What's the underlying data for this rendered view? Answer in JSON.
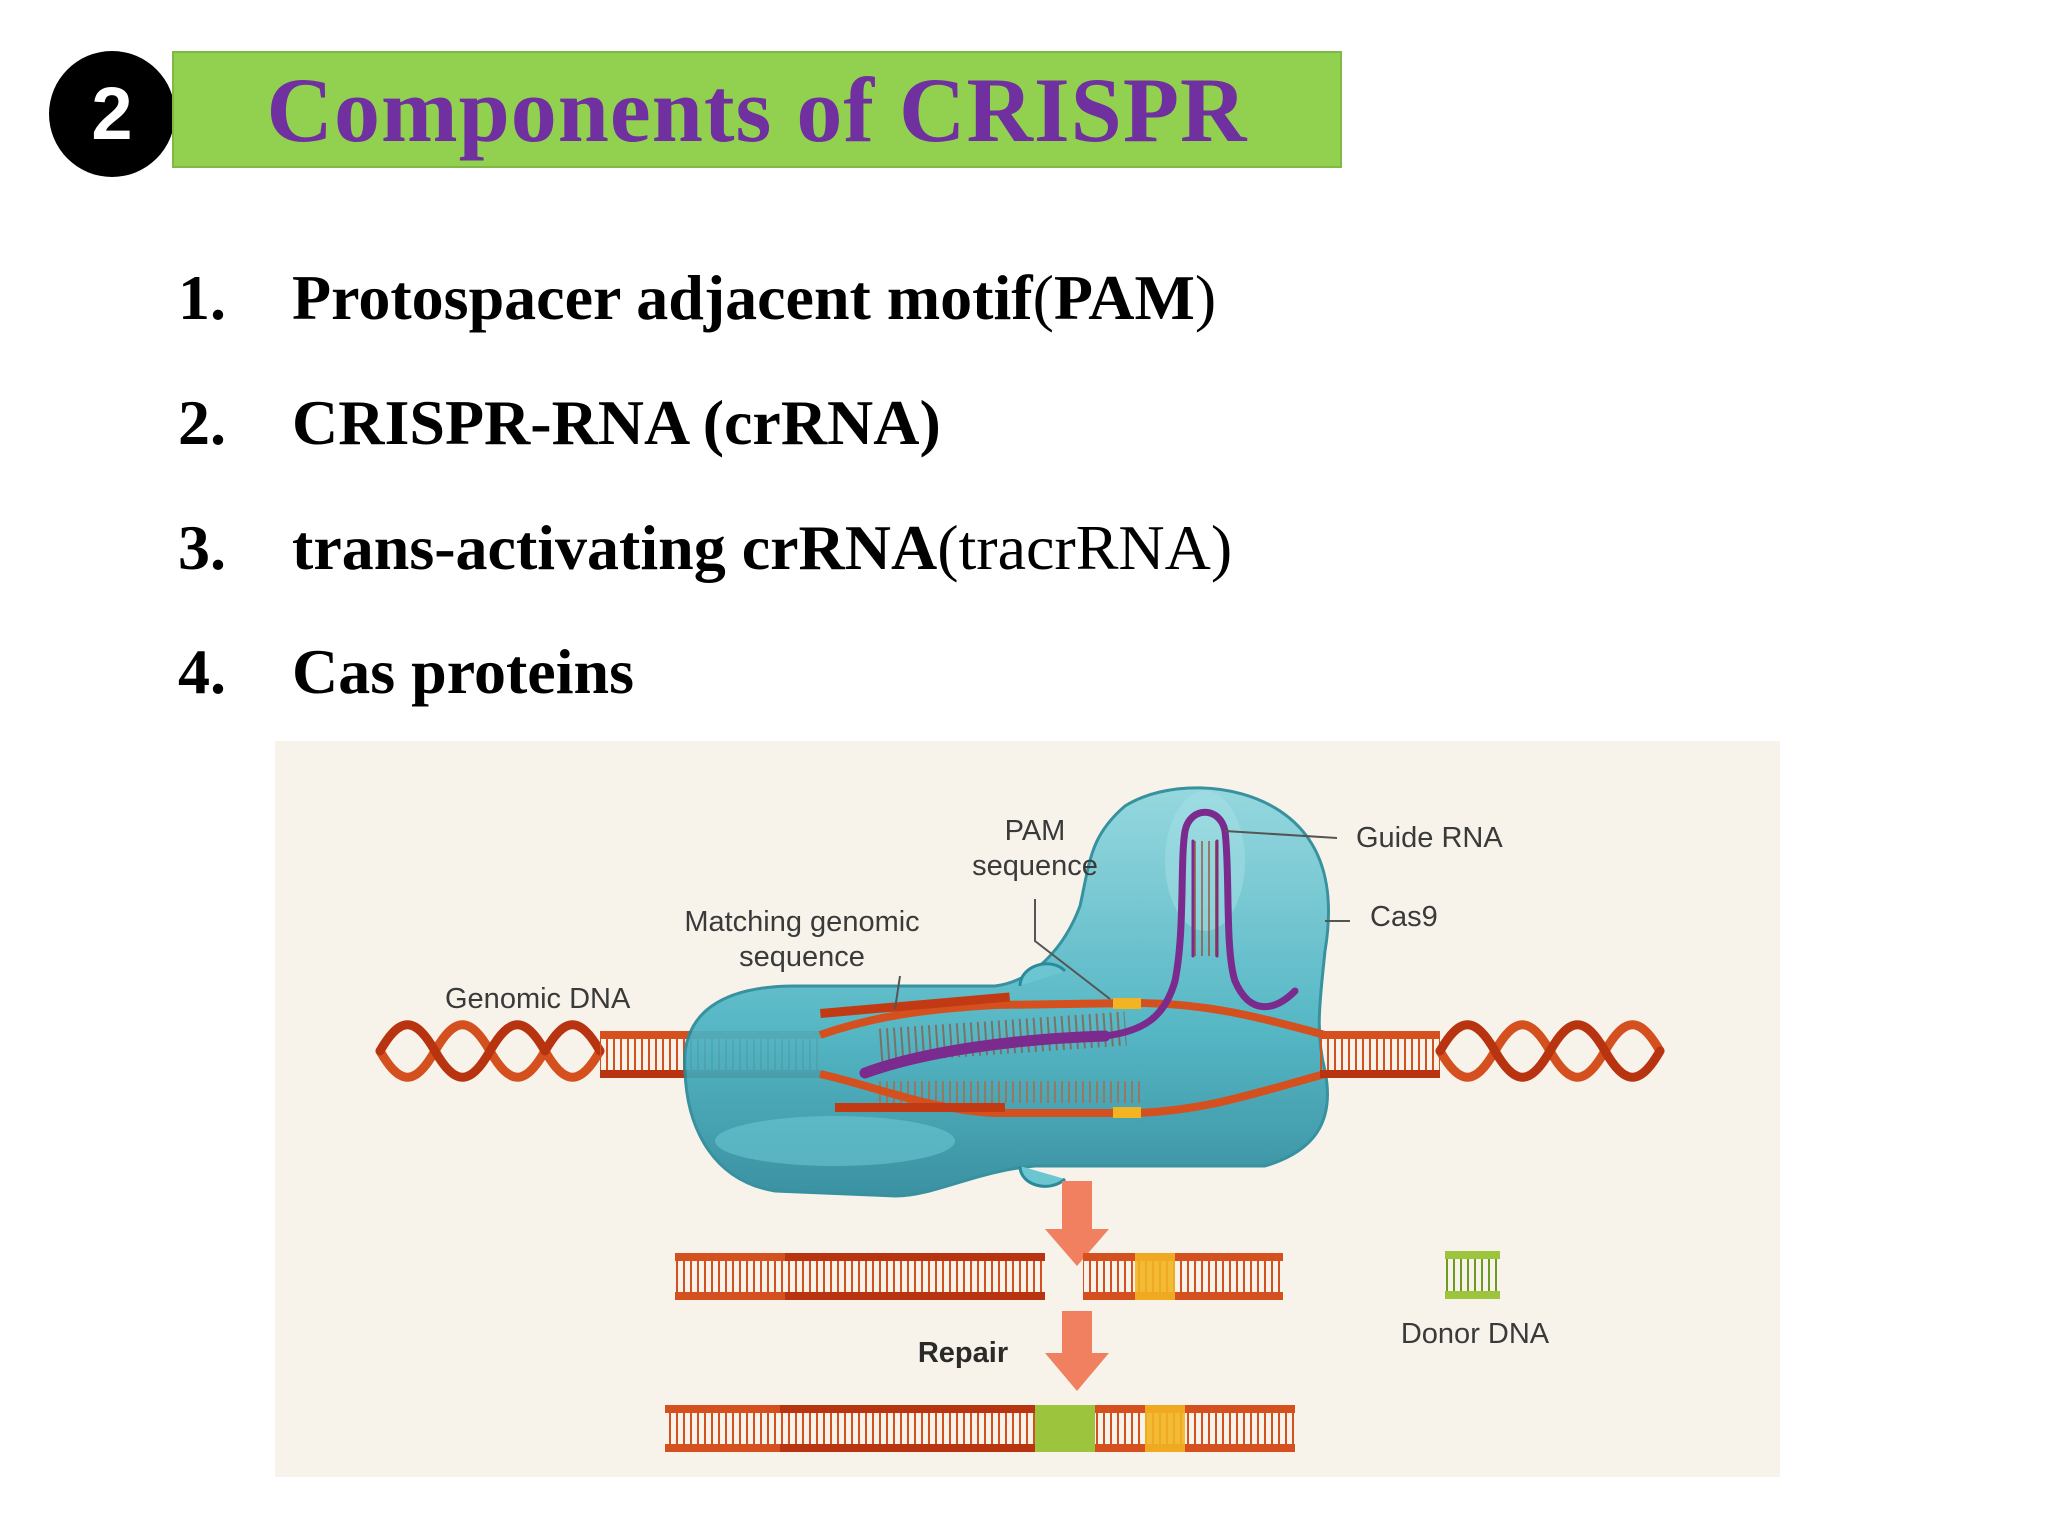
{
  "slide": {
    "badge_number": "2",
    "title": "Components of CRISPR"
  },
  "components": [
    {
      "number": "1.",
      "name": "Protospacer adjacent motif",
      "abbr_open": " (",
      "abbr": "PAM",
      "abbr_close": ")"
    },
    {
      "number": "2.",
      "name": "CRISPR-RNA (crRNA)"
    },
    {
      "number": "3.",
      "name": "trans-activating crRNA",
      "abbr": " (tracrRNA)"
    },
    {
      "number": "4.",
      "name": "Cas proteins"
    }
  ],
  "diagram": {
    "labels": {
      "pam": [
        "PAM",
        "sequence"
      ],
      "guide_rna": "Guide RNA",
      "cas9": "Cas9",
      "matching": [
        "Matching genomic",
        "sequence"
      ],
      "genomic_dna": "Genomic DNA",
      "donor_dna": "Donor DNA",
      "repair": "Repair"
    },
    "colors": {
      "background": "#f7f3ea",
      "dna": "#d4501f",
      "dna_dark": "#b83410",
      "pam": "#f2b422",
      "donor": "#9cc43c",
      "guide_rna": "#7b2a8e",
      "cas9": "#4fb8c6",
      "arrow": "#f08060"
    }
  }
}
